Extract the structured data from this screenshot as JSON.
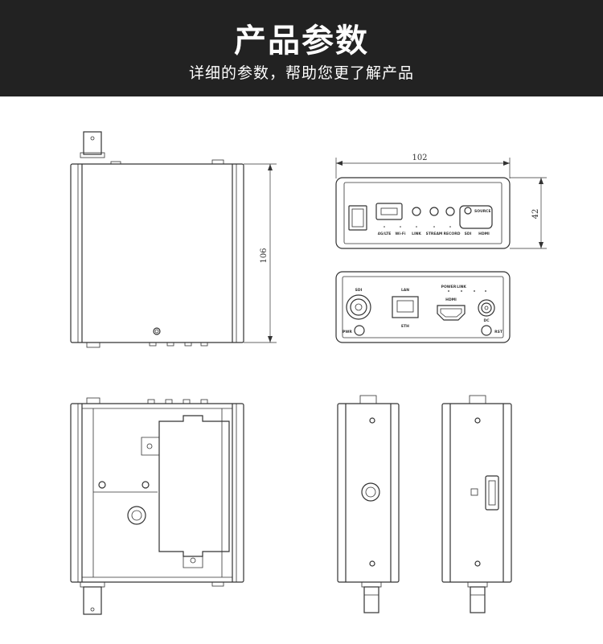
{
  "header": {
    "title": "产品参数",
    "subtitle": "详细的参数，帮助您更了解产品"
  },
  "dimensions": {
    "height": "106",
    "width": "102",
    "depth": "42"
  },
  "front_panel": {
    "labels": [
      "4G/LTE",
      "Wi-Fi",
      "LINK",
      "STREAM",
      "RECORD",
      "SDI",
      "HDMI"
    ],
    "source_button": "SOURCE"
  },
  "back_panel": {
    "labels": [
      "DC",
      "LAN",
      "POWER",
      "LINK",
      "ETH",
      "HDMI",
      "SDI",
      "PWR",
      "RST"
    ]
  },
  "colors": {
    "banner": "#222222",
    "banner_text": "#ffffff",
    "line": "#333333"
  }
}
